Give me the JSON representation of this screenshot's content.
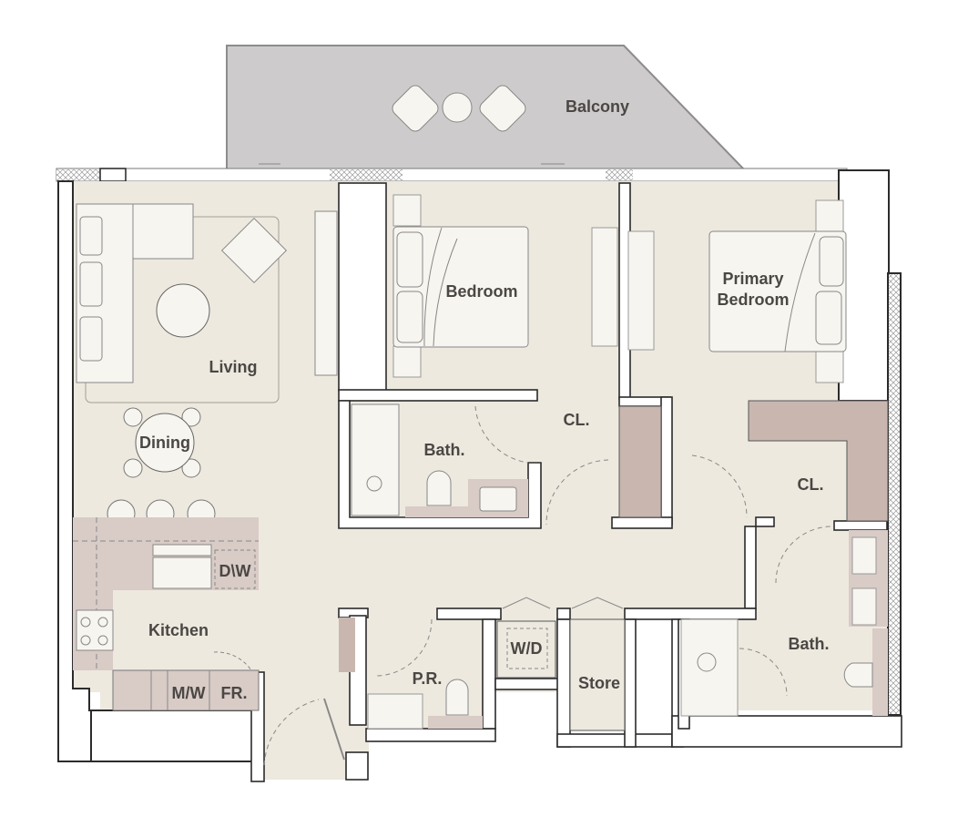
{
  "plan": {
    "type": "apartment-floor-plan",
    "colors": {
      "floor": "#ede9df",
      "balcony": "#cecbcc",
      "wall": "#ffffff",
      "wall_outline": "#2b2b2b",
      "cabinetry": "#d9cbc6",
      "closet": "#c9b7af",
      "furniture": "#f7f5ef",
      "text": "#4a4744"
    }
  },
  "rooms": {
    "balcony": "Balcony",
    "living": "Living",
    "dining": "Dining",
    "kitchen": "Kitchen",
    "bedroom": "Bedroom",
    "primary_bedroom": "Primary Bedroom",
    "bath_1": "Bath.",
    "bath_2": "Bath.",
    "closet_1": "CL.",
    "closet_2": "CL.",
    "powder_room": "P.R.",
    "laundry": "W/D",
    "store": "Store"
  },
  "appliances": {
    "dishwasher": "D\\W",
    "microwave": "M/W",
    "fridge": "FR."
  }
}
